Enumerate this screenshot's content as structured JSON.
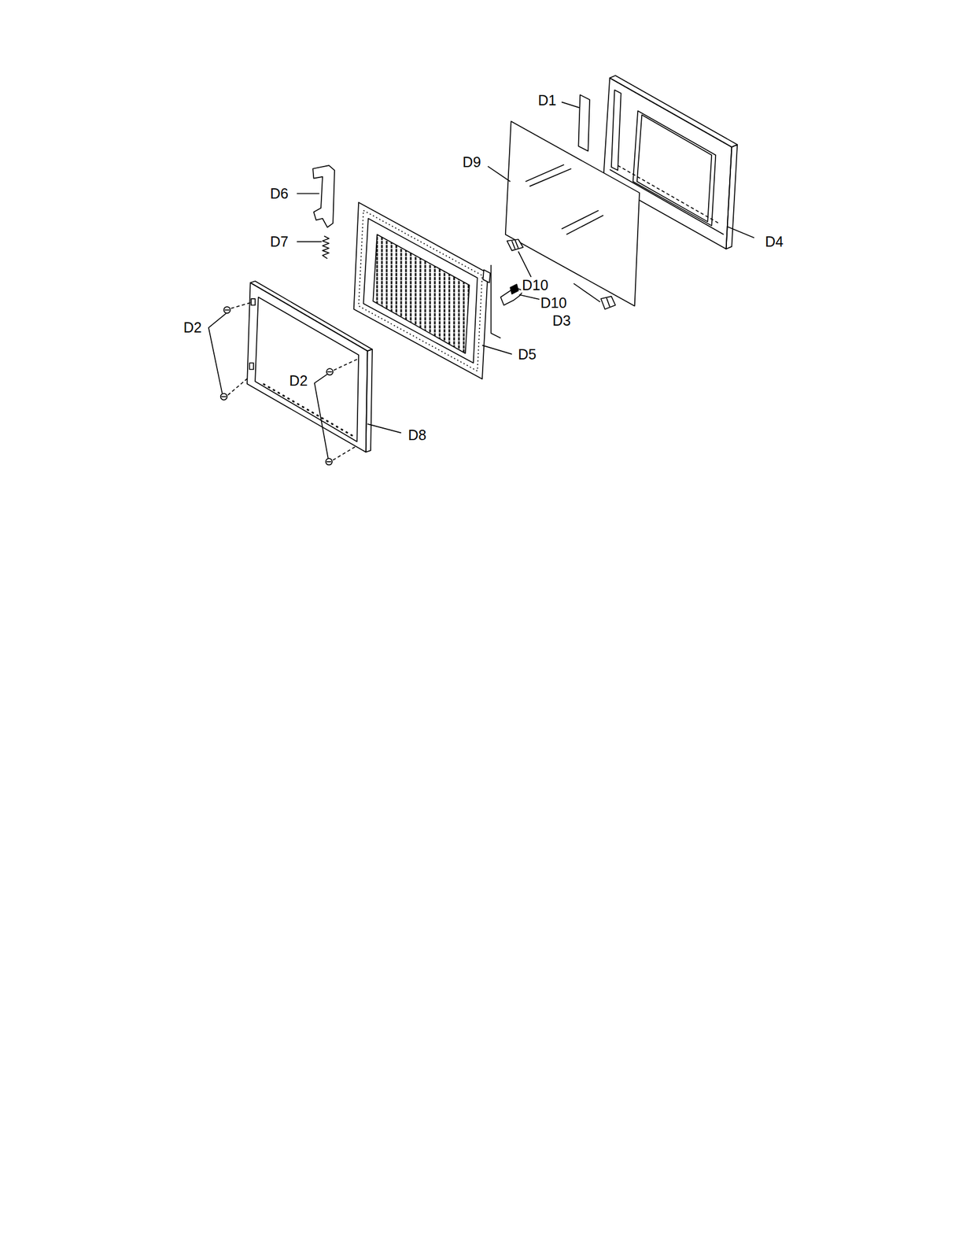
{
  "diagram": {
    "labels": [
      "D1",
      "D9",
      "D6",
      "D7",
      "D4",
      "D10",
      "D10",
      "D3",
      "D2",
      "D2",
      "D5",
      "D8"
    ]
  }
}
